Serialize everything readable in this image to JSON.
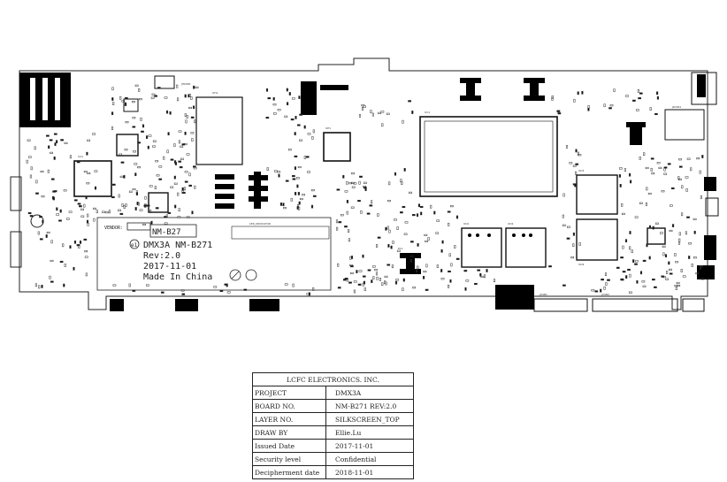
{
  "board": {
    "marking": {
      "model": "DMX3A NM-B271",
      "rev": "Rev:2.0",
      "date": "2017-11-01",
      "origin": "Made In China",
      "label_box": "NM-B27",
      "vendor_label": "VENDOR:"
    },
    "colors": {
      "outline": "#222222",
      "silkscreen": "#111111",
      "copper_pad": "#000000"
    },
    "parts": {
      "conn_hdmi": "JHDMI1",
      "u_cpu": "UC1",
      "u_hub": "UH1",
      "u_ec": "UE1",
      "u_audio": "UA1",
      "u_mem1": "UD1",
      "u_mem2": "UD2",
      "u_mem3": "UD3",
      "u_mem4": "UD4",
      "l_power": "PL1",
      "conn_usb1": "JUSB1",
      "conn_usb2": "JUSB2",
      "conn_dc": "JDCIN1",
      "led_ind": "LED_INDICATOR"
    }
  },
  "title_block": {
    "company": "LCFC ELECTRONICS. INC.",
    "rows": [
      {
        "label": "PROJECT",
        "value": "DMX3A"
      },
      {
        "label": "BOARD NO.",
        "value": "NM-B271   REV:2.0"
      },
      {
        "label": "LAYER NO.",
        "value": "SILKSCREEN_TOP"
      },
      {
        "label": "DRAW BY",
        "value": "Ellie.Lu"
      },
      {
        "label": "Issued  Date",
        "value": "2017-11-01"
      },
      {
        "label": "Security level",
        "value": "Confidential"
      },
      {
        "label": "Decipherment date",
        "value": "2018-11-01"
      }
    ]
  }
}
